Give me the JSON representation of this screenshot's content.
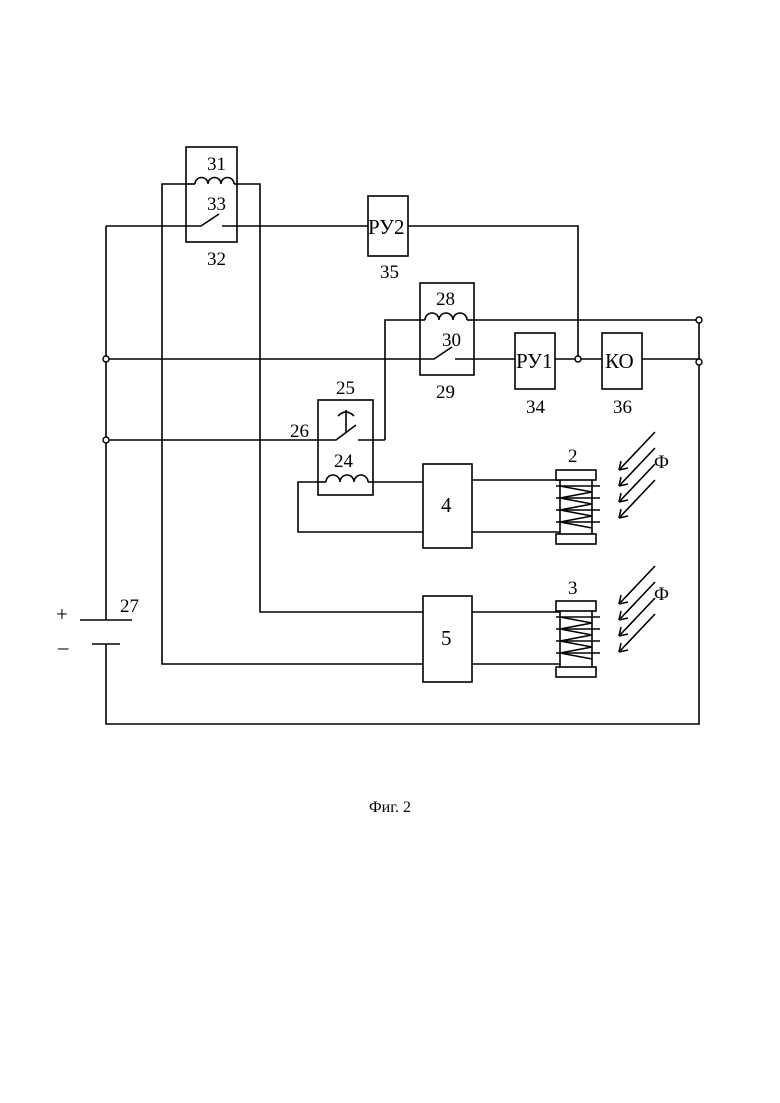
{
  "figure": {
    "caption": "Фиг. 2",
    "labels": {
      "n31": "31",
      "n33": "33",
      "n32": "32",
      "ru2": "РУ2",
      "n35": "35",
      "n28": "28",
      "n30": "30",
      "n29": "29",
      "ru1": "РУ1",
      "n34": "34",
      "ko": "КО",
      "n36": "36",
      "n25": "25",
      "n26": "26",
      "n24": "24",
      "n4": "4",
      "n5": "5",
      "n2": "2",
      "n3": "3",
      "phi_top": "Ф",
      "phi_bottom": "Ф",
      "n27": "27",
      "plus": "+",
      "minus": "–"
    }
  }
}
